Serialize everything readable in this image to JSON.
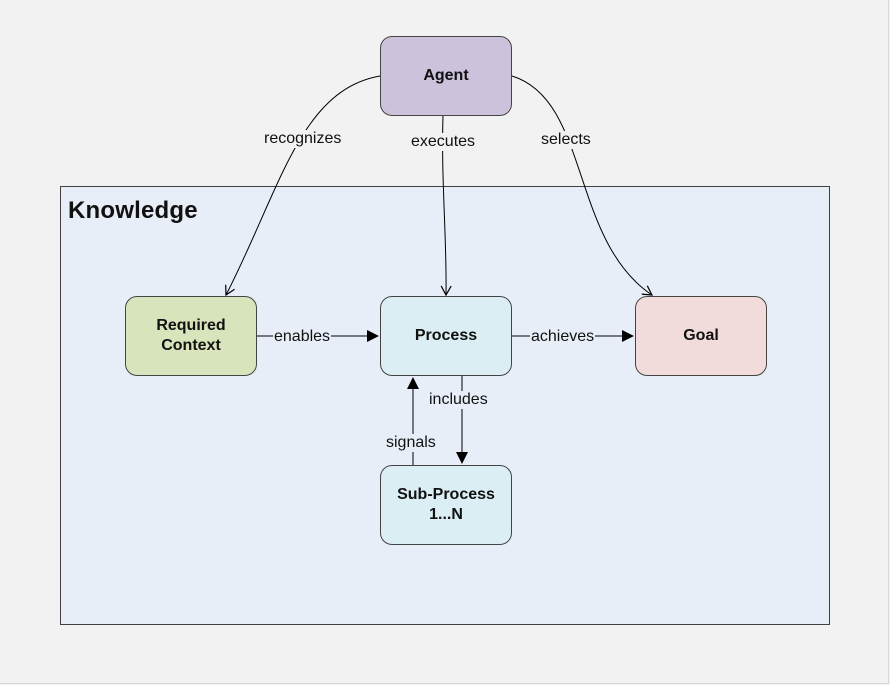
{
  "container": {
    "title": "Knowledge"
  },
  "nodes": {
    "agent": "Agent",
    "required_context": "Required\nContext",
    "process": "Process",
    "goal": "Goal",
    "sub_process": "Sub-Process\n1...N"
  },
  "edges": {
    "recognizes": "recognizes",
    "executes": "executes",
    "selects": "selects",
    "enables": "enables",
    "achieves": "achieves",
    "includes": "includes",
    "signals": "signals"
  },
  "colors": {
    "agent": "#ccc2dc",
    "required_context": "#d8e4bc",
    "process": "#dbeef3",
    "goal": "#f2dcdb",
    "sub_process": "#dbeef3",
    "container": "#e8eef8",
    "background": "#f2f2f2"
  }
}
